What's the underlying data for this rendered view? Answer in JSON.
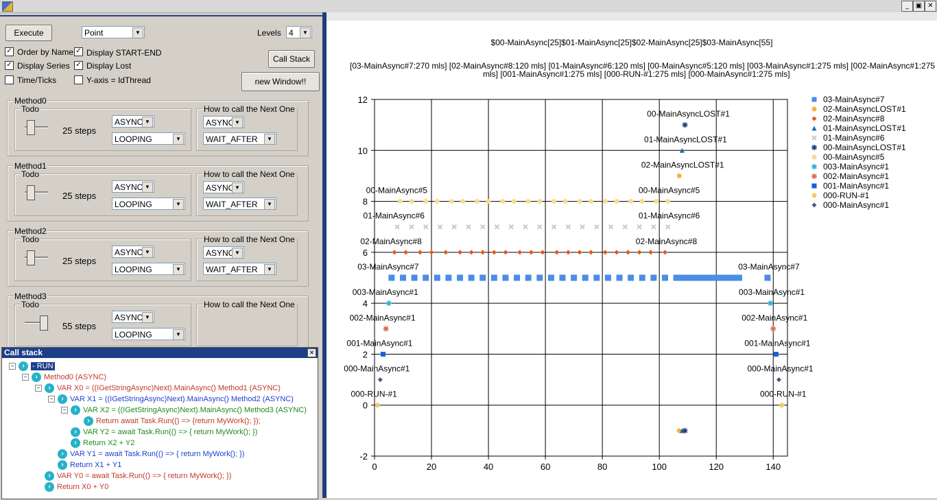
{
  "window": {
    "buttons": [
      "_",
      "▣",
      "✕"
    ]
  },
  "toolbar": {
    "execute_label": "Execute",
    "chart_type": "Point",
    "levels_label": "Levels",
    "levels_value": "4",
    "callstack_label": "Call Stack",
    "new_window_label": "new Window!!",
    "checks": [
      {
        "label": "Order by Name",
        "checked": true
      },
      {
        "label": "Display START-END",
        "checked": true
      },
      {
        "label": "Display Series",
        "checked": true
      },
      {
        "label": "Display Lost",
        "checked": true
      },
      {
        "label": "Time/Ticks",
        "checked": false
      },
      {
        "label": "Y-axis = IdThread",
        "checked": false
      }
    ]
  },
  "methods": [
    {
      "title": "Method0",
      "todo": "Todo",
      "steps": "25 steps",
      "mode": "ASYNC",
      "loop": "LOOPING",
      "next_title": "How to call the Next One",
      "next_mode": "ASYNC",
      "next_wait": "WAIT_AFTER"
    },
    {
      "title": "Method1",
      "todo": "Todo",
      "steps": "25 steps",
      "mode": "ASYNC",
      "loop": "LOOPING",
      "next_title": "How to call the Next One",
      "next_mode": "ASYNC",
      "next_wait": "WAIT_AFTER"
    },
    {
      "title": "Method2",
      "todo": "Todo",
      "steps": "25 steps",
      "mode": "ASYNC",
      "loop": "LOOPING",
      "next_title": "How to call the Next One",
      "next_mode": "ASYNC",
      "next_wait": "WAIT_AFTER"
    },
    {
      "title": "Method3",
      "todo": "Todo",
      "steps": "55 steps",
      "mode": "ASYNC",
      "loop": "LOOPING",
      "next_title": "How to call the Next One",
      "next_mode": "",
      "next_wait": ""
    }
  ],
  "callstack": {
    "title": "Call stack",
    "close": "✕",
    "nodes": [
      {
        "text": "- RUN",
        "level": 0,
        "color": "#ffffff",
        "selected": true,
        "expander": "-"
      },
      {
        "text": "Method0     (ASYNC)",
        "level": 1,
        "color": "#c0392b",
        "expander": "-"
      },
      {
        "text": "VAR X0 = ((IGetStringAsync)Next).MainAsync() Method1     (ASYNC)",
        "level": 2,
        "color": "#c0392b",
        "expander": "-"
      },
      {
        "text": "VAR X1 = ((IGetStringAsync)Next).MainAsync() Method2     (ASYNC)",
        "level": 3,
        "color": "#1b3fd1",
        "expander": "-"
      },
      {
        "text": "VAR X2 = ((IGetStringAsync)Next).MainAsync() Method3     (ASYNC)",
        "level": 4,
        "color": "#1e8a1e",
        "expander": "-"
      },
      {
        "text": "Return await Task.Run(() => {return MyWork();  });",
        "level": 5,
        "color": "#c0392b",
        "expander": ""
      },
      {
        "text": "VAR Y2 =  await Task.Run(() => {   return MyWork(); })",
        "level": 4,
        "color": "#1e8a1e",
        "expander": ""
      },
      {
        "text": "Return X2 + Y2",
        "level": 4,
        "color": "#1e8a1e",
        "expander": ""
      },
      {
        "text": "VAR Y1 =  await Task.Run(() => {   return MyWork(); })",
        "level": 3,
        "color": "#1b3fd1",
        "expander": ""
      },
      {
        "text": "Return X1 + Y1",
        "level": 3,
        "color": "#1b3fd1",
        "expander": ""
      },
      {
        "text": "VAR Y0 =  await Task.Run(() => {   return MyWork(); })",
        "level": 2,
        "color": "#c0392b",
        "expander": ""
      },
      {
        "text": "Return X0 + Y0",
        "level": 2,
        "color": "#c0392b",
        "expander": ""
      }
    ]
  },
  "chart_header": {
    "line1": "$00-MainAsync[25]$01-MainAsync[25]$02-MainAsync[25]$03-MainAsync[55]",
    "line2": "[03-MainAsync#7:270 mls]   [02-MainAsync#8:120 mls]   [01-MainAsync#6:120 mls]   [00-MainAsync#5:120 mls]   [003-MainAsync#1:275 mls]   [002-MainAsync#1:275",
    "line3": "mls]   [001-MainAsync#1:275 mls]   [000-RUN-#1:275 mls]   [000-MainAsync#1:275 mls]"
  },
  "chart_data": {
    "type": "scatter",
    "xlim": [
      0,
      145
    ],
    "ylim": [
      -2,
      12
    ],
    "xticks": [
      "0",
      "20",
      "40",
      "60",
      "80",
      "100",
      "120",
      "140"
    ],
    "yticks": [
      "-2",
      "0",
      "2",
      "4",
      "6",
      "8",
      "10",
      "12"
    ],
    "grid": true,
    "legend_position": "right",
    "series": [
      {
        "name": "03-MainAsync#7",
        "color": "#4a8ee6",
        "marker": "square",
        "y": 5,
        "x": [
          6,
          10,
          14,
          18,
          22,
          26,
          30,
          34,
          38,
          42,
          46,
          50,
          54,
          58,
          62,
          66,
          70,
          74,
          78,
          82,
          86,
          90,
          94,
          98,
          102,
          106,
          108,
          110,
          112,
          114,
          116,
          118,
          120,
          122,
          124,
          126,
          128,
          138
        ],
        "start_label": "03-MainAsync#7",
        "end_label": "03-MainAsync#7"
      },
      {
        "name": "02-MainAsyncLOST#1",
        "color": "#f5b342",
        "marker": "circle",
        "points": [
          [
            107,
            9
          ],
          [
            107,
            -1
          ]
        ],
        "label": "02-MainAsyncLOST#1"
      },
      {
        "name": "02-MainAsync#8",
        "color": "#e05a1a",
        "marker": "diamond",
        "y": 6,
        "x": [
          7,
          11,
          16,
          20,
          25,
          30,
          34,
          38,
          42,
          46,
          51,
          55,
          59,
          64,
          68,
          72,
          76,
          81,
          85,
          89,
          93,
          97,
          102
        ],
        "start_label": "02-MainAsync#8",
        "end_label": "02-MainAsync#8"
      },
      {
        "name": "01-MainAsyncLOST#1",
        "color": "#1a6fa0",
        "marker": "triangle",
        "points": [
          [
            108,
            10
          ],
          [
            108,
            -1
          ]
        ],
        "label": "01-MainAsyncLOST#1"
      },
      {
        "name": "01-MainAsync#6",
        "color": "#c8c8c8",
        "marker": "x",
        "y": 7,
        "x": [
          8,
          13,
          18,
          23,
          28,
          33,
          38,
          43,
          48,
          53,
          58,
          63,
          68,
          73,
          78,
          83,
          88,
          93,
          98,
          103
        ],
        "start_label": "01-MainAsync#6",
        "end_label": "01-MainAsync#6"
      },
      {
        "name": "00-MainAsyncLOST#1",
        "color": "#1f3d7a",
        "marker": "star",
        "points": [
          [
            109,
            11
          ],
          [
            109,
            -1
          ]
        ],
        "label": "00-MainAsyncLOST#1"
      },
      {
        "name": "00-MainAsync#5",
        "color": "#f7dc8a",
        "marker": "circle",
        "y": 8,
        "x": [
          9,
          13,
          18,
          22,
          27,
          31,
          36,
          40,
          45,
          49,
          54,
          58,
          63,
          67,
          72,
          76,
          81,
          85,
          90,
          94,
          99,
          103
        ],
        "start_label": "00-MainAsync#5",
        "end_label": "00-MainAsync#5"
      },
      {
        "name": "003-MainAsync#1",
        "color": "#2ab0d8",
        "marker": "star",
        "points": [
          [
            5,
            4
          ],
          [
            139,
            4
          ]
        ],
        "start_label": "003-MainAsync#1",
        "end_label": "003-MainAsync#1"
      },
      {
        "name": "002-MainAsync#1",
        "color": "#e06a4a",
        "marker": "star",
        "points": [
          [
            4,
            3
          ],
          [
            140,
            3
          ]
        ],
        "start_label": "002-MainAsync#1",
        "end_label": "002-MainAsync#1"
      },
      {
        "name": "001-MainAsync#1",
        "color": "#1a5fd8",
        "marker": "square",
        "points": [
          [
            3,
            2
          ],
          [
            141,
            2
          ]
        ],
        "start_label": "001-MainAsync#1",
        "end_label": "001-MainAsync#1"
      },
      {
        "name": "000-RUN-#1",
        "color": "#f5c96a",
        "marker": "circle",
        "points": [
          [
            1,
            0
          ],
          [
            143,
            0
          ]
        ],
        "start_label": "000-RUN-#1",
        "end_label": "000-RUN-#1"
      },
      {
        "name": "000-MainAsync#1",
        "color": "#4a5a80",
        "marker": "diamond",
        "points": [
          [
            2,
            1
          ],
          [
            142,
            1
          ]
        ],
        "start_label": "000-MainAsync#1",
        "end_label": "000-MainAsync#1"
      }
    ]
  }
}
